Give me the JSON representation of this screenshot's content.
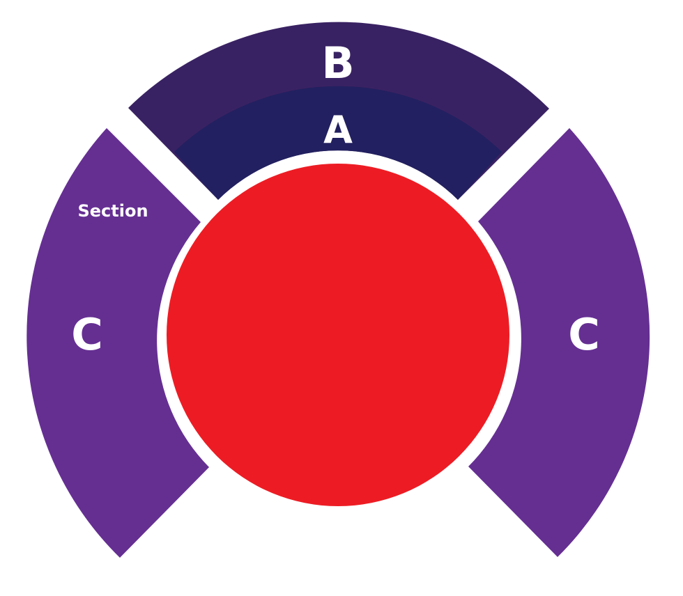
{
  "diagram": {
    "sections": {
      "upper": {
        "label": "B",
        "color": "#392263"
      },
      "inner": {
        "label": "A",
        "color": "#222060"
      },
      "left": {
        "label": "C",
        "color": "#652f92"
      },
      "right": {
        "label": "C",
        "color": "#652f92"
      }
    },
    "section_caption": "Section",
    "center_color": "#ed1c24",
    "background": "#ffffff"
  }
}
